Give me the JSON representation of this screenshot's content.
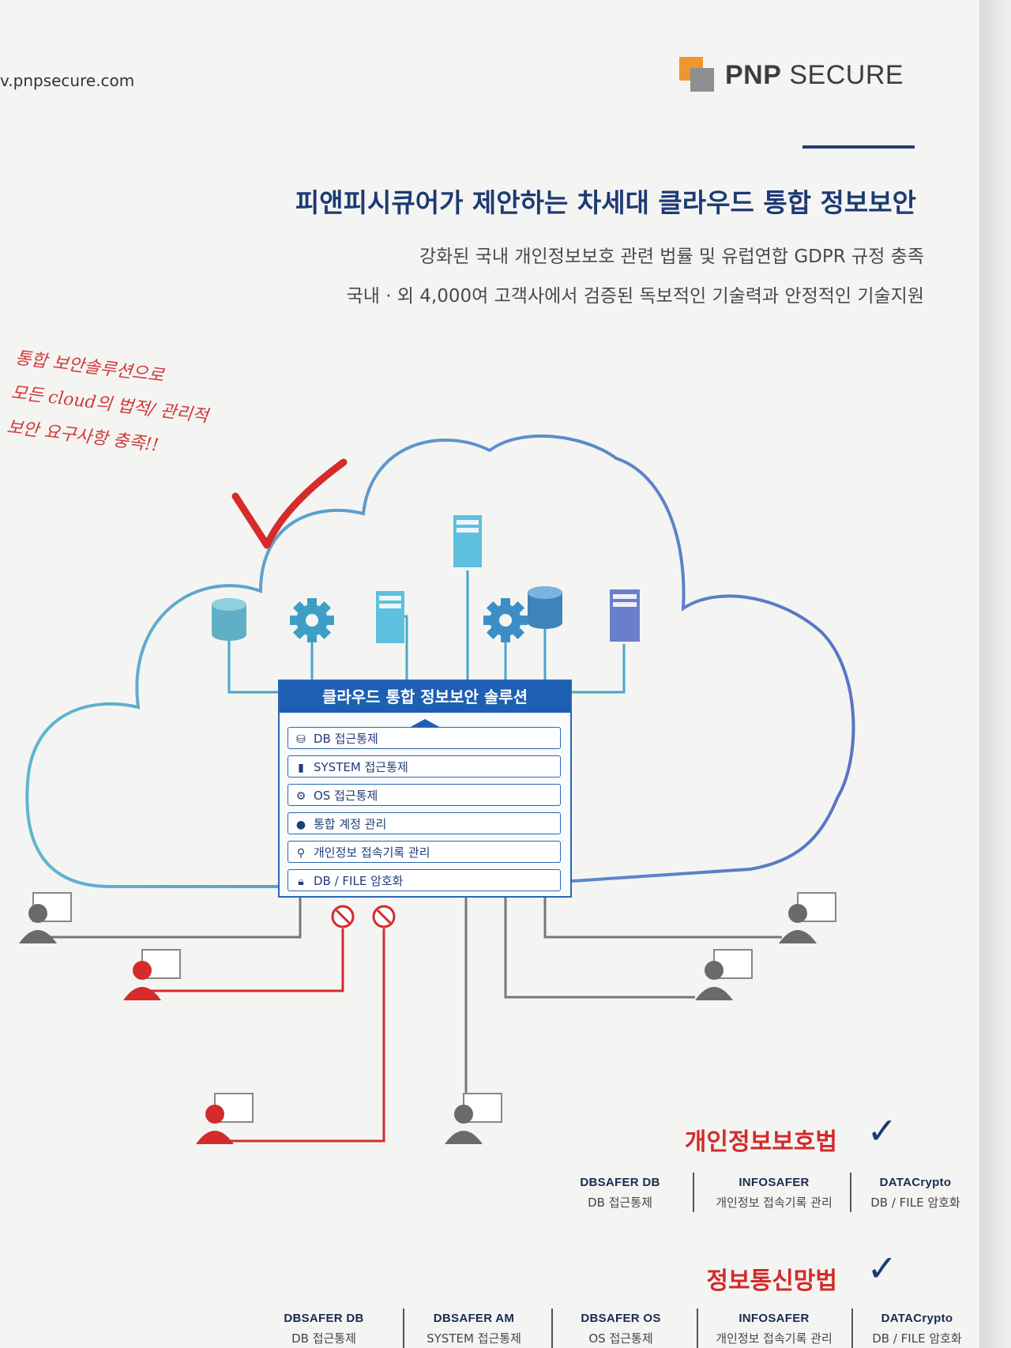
{
  "header": {
    "url": "v.pnpsecure.com",
    "logo_bold": "PNP",
    "logo_regular": "SECURE",
    "title": "피앤피시큐어가 제안하는 차세대 클라우드 통합 정보보안",
    "subtitle_1": "강화된 국내 개인정보보호 관련 법률 및 유럽연합 GDPR 규정 충족",
    "subtitle_2": "국내 · 외 4,000여 고객사에서 검증된 독보적인 기술력과 안정적인 기술지원"
  },
  "handwritten_note": {
    "line_1": "통합 보안솔루션으로",
    "line_2": "모든 cloud의 법적/ 관리적",
    "line_3": "보안 요구사항 충족!!"
  },
  "solution_panel": {
    "title": "클라우드 통합 정보보안 솔루션",
    "items": [
      {
        "label": "DB 접근통제",
        "icon": "database-icon"
      },
      {
        "label": "SYSTEM 접근통제",
        "icon": "server-icon"
      },
      {
        "label": "OS 접근통제",
        "icon": "gear-icon"
      },
      {
        "label": "통합 계정 관리",
        "icon": "user-icon"
      },
      {
        "label": "개인정보 접속기록 관리",
        "icon": "search-icon"
      },
      {
        "label": "DB / FILE 암호화",
        "icon": "lock-icon"
      }
    ]
  },
  "colors": {
    "brand_navy": "#1e3a74",
    "panel_blue": "#1d5fb3",
    "alert_red": "#d42a2a",
    "logo_orange": "#f0962e",
    "logo_gray": "#8d8f92"
  },
  "laws": [
    {
      "name": "개인정보보호법",
      "products": [
        {
          "name": "DBSAFER DB",
          "desc": "DB 접근통제"
        },
        {
          "name": "INFOSAFER",
          "desc": "개인정보 접속기록 관리"
        },
        {
          "name": "DATACrypto",
          "desc": "DB / FILE 암호화"
        }
      ]
    },
    {
      "name": "정보통신망법",
      "products": [
        {
          "name": "DBSAFER DB",
          "desc": "DB 접근통제"
        },
        {
          "name": "DBSAFER AM",
          "desc": "SYSTEM 접근통제"
        },
        {
          "name": "DBSAFER OS",
          "desc": "OS 접근통제"
        },
        {
          "name": "INFOSAFER",
          "desc": "개인정보 접속기록 관리"
        },
        {
          "name": "DATACrypto",
          "desc": "DB / FILE 암호화"
        }
      ]
    }
  ]
}
